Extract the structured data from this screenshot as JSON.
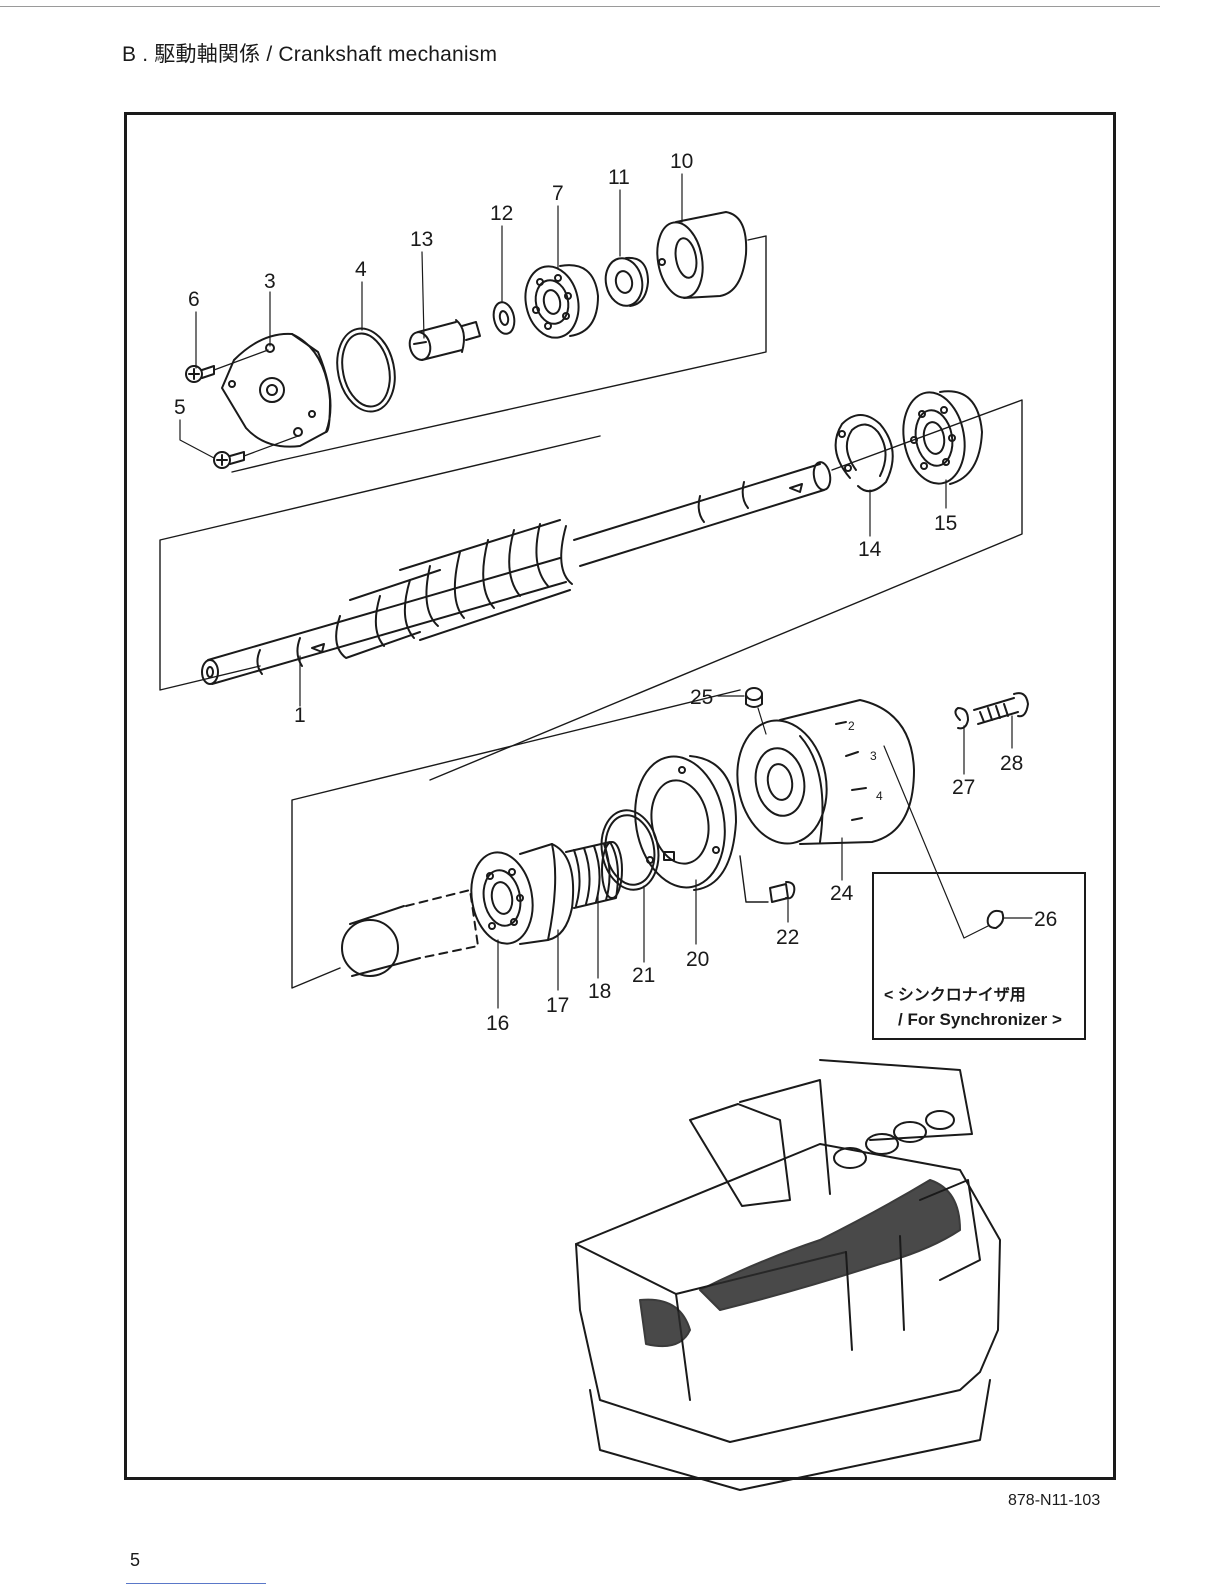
{
  "header": {
    "title": "B . 駆動軸関係 / Crankshaft mechanism"
  },
  "part_numbers": {
    "p1": "1",
    "p3": "3",
    "p4": "4",
    "p5": "5",
    "p6": "6",
    "p7": "7",
    "p10": "10",
    "p11": "11",
    "p12": "12",
    "p13": "13",
    "p14": "14",
    "p15": "15",
    "p16": "16",
    "p17": "17",
    "p18": "18",
    "p20": "20",
    "p21": "21",
    "p22": "22",
    "p24": "24",
    "p25": "25",
    "p26": "26",
    "p27": "27",
    "p28": "28"
  },
  "dial_marks": {
    "m2": "2",
    "m3": "3",
    "m4": "4"
  },
  "synchronizer_note": {
    "line1": "< シンクロナイザ用",
    "line2": "/ For Synchronizer >"
  },
  "footer": {
    "document_code": "878-N11-103",
    "page_number": "5"
  }
}
